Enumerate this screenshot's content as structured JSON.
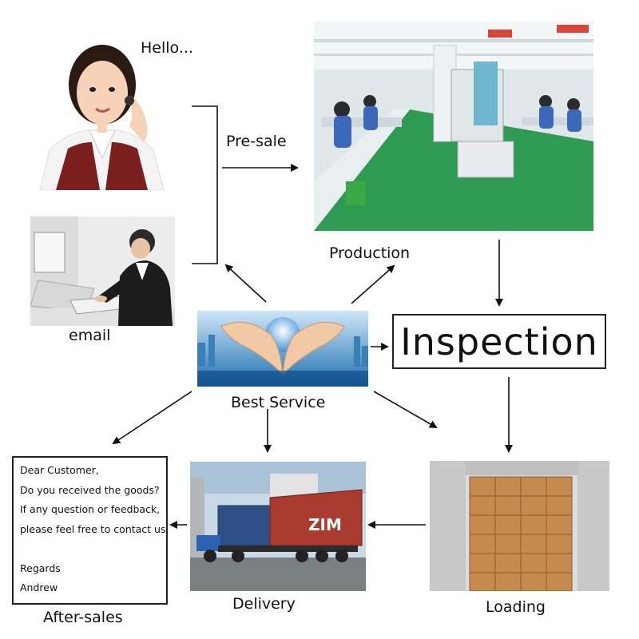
{
  "labels": {
    "greeting": "Hello...",
    "presale": "Pre-sale",
    "production": "Production",
    "email": "email",
    "inspection": "Inspection",
    "best_service": "Best Service",
    "after_sales": "After-sales",
    "delivery": "Delivery",
    "loading": "Loading"
  },
  "letter": {
    "lines": [
      "Dear Customer,",
      "Do you received the goods?",
      "If any question or feedback,",
      "please feel free to contact us.",
      "",
      "Regards",
      "Andrew"
    ]
  },
  "container_logo": "ZIM",
  "colors": {
    "line": "#111111",
    "factory_floor": "#2e9a52",
    "container_red": "#a83a2e",
    "container_blue": "#2d4f86",
    "box_brown": "#c48a4e"
  }
}
